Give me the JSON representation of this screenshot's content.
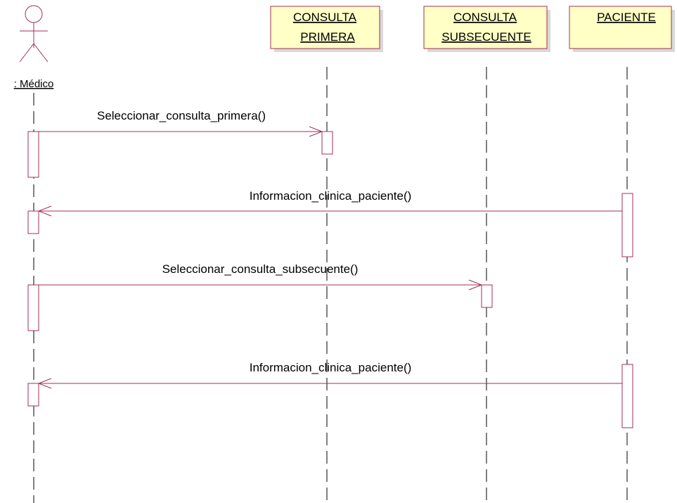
{
  "actor": {
    "label": ": Médico"
  },
  "objects": [
    {
      "id": "consulta-primera",
      "line1": "CONSULTA",
      "line2": "PRIMERA"
    },
    {
      "id": "consulta-subsecuente",
      "line1": "CONSULTA",
      "line2": "SUBSECUENTE"
    },
    {
      "id": "paciente",
      "line1": "PACIENTE",
      "line2": ""
    }
  ],
  "messages": [
    {
      "label": "Seleccionar_consulta_primera()"
    },
    {
      "label": "Informacion_clinica_paciente()"
    },
    {
      "label": "Seleccionar_consulta_subsecuente()"
    },
    {
      "label": "Informacion_clinica_paciente()"
    }
  ],
  "colors": {
    "line": "#a03050",
    "box_fill": "#ffffc6",
    "lifeline": "#000000"
  }
}
